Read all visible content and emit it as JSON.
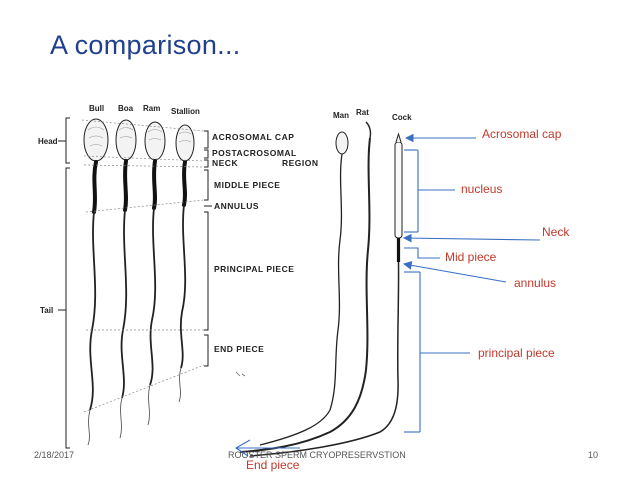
{
  "slide": {
    "title": "A comparison...",
    "footer_date": "2/18/2017",
    "footer_center": "ROOSTER SPERM CRYOPRESERVSTION",
    "page_number": "10"
  },
  "left_figure": {
    "species": [
      "Bull",
      "Boa",
      "Ram",
      "Stallion"
    ],
    "region_labels": [
      "Head",
      "Tail"
    ],
    "part_labels": [
      "ACROSOMAL CAP",
      "POSTACROSOMAL",
      "NECK",
      "REGION",
      "MIDDLE PIECE",
      "ANNULUS",
      "PRINCIPAL PIECE",
      "END PIECE"
    ]
  },
  "right_figure": {
    "species": [
      "Man",
      "Rat",
      "Cock"
    ],
    "labels": {
      "acrosomal_cap": "Acrosomal cap",
      "nucleus": "nucleus",
      "neck": "Neck",
      "mid_piece": "Mid piece",
      "annulus": "annulus",
      "principal_piece": "principal piece",
      "end_piece": "End piece"
    }
  },
  "colors": {
    "title": "#1f3f8f",
    "labels": "#c0392b",
    "arrows": "#3a6fc4"
  }
}
